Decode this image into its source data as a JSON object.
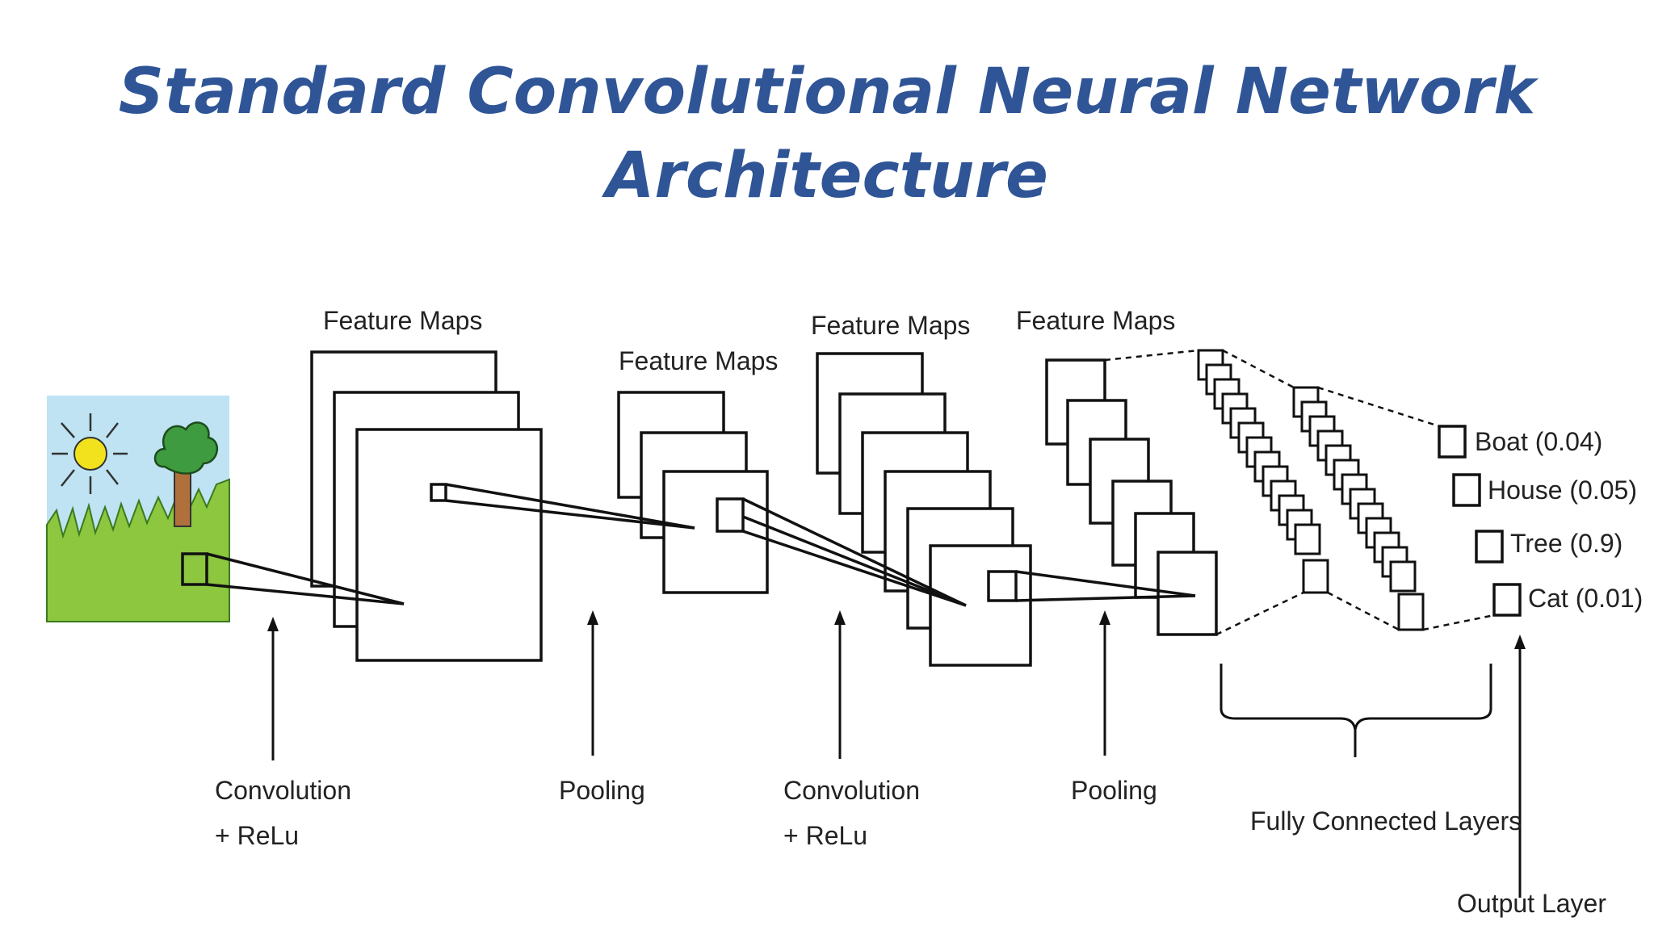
{
  "title": {
    "line1": "Standard Convolutional Neural Network",
    "line2": "Architecture"
  },
  "diagram": {
    "feature_map_labels": [
      "Feature Maps",
      "Feature Maps",
      "Feature Maps",
      "Feature Maps"
    ],
    "stage_labels": {
      "conv1_line1": "Convolution",
      "conv1_line2": "+ ReLu",
      "pool1": "Pooling",
      "conv2_line1": "Convolution",
      "conv2_line2": "+ ReLu",
      "pool2": "Pooling",
      "fully_connected": "Fully Connected Layers",
      "output_layer": "Output Layer"
    },
    "outputs": [
      {
        "label": "Boat (0.04)"
      },
      {
        "label": "House (0.05)"
      },
      {
        "label": "Tree (0.9)"
      },
      {
        "label": "Cat (0.01)"
      }
    ],
    "colors": {
      "title": "#2f5597",
      "sky": "#bfe3f3",
      "grass": "#8dc63f",
      "sun": "#f2e21d",
      "trunk": "#b0703c",
      "tree": "#3f9b3f",
      "line": "#111111"
    }
  }
}
